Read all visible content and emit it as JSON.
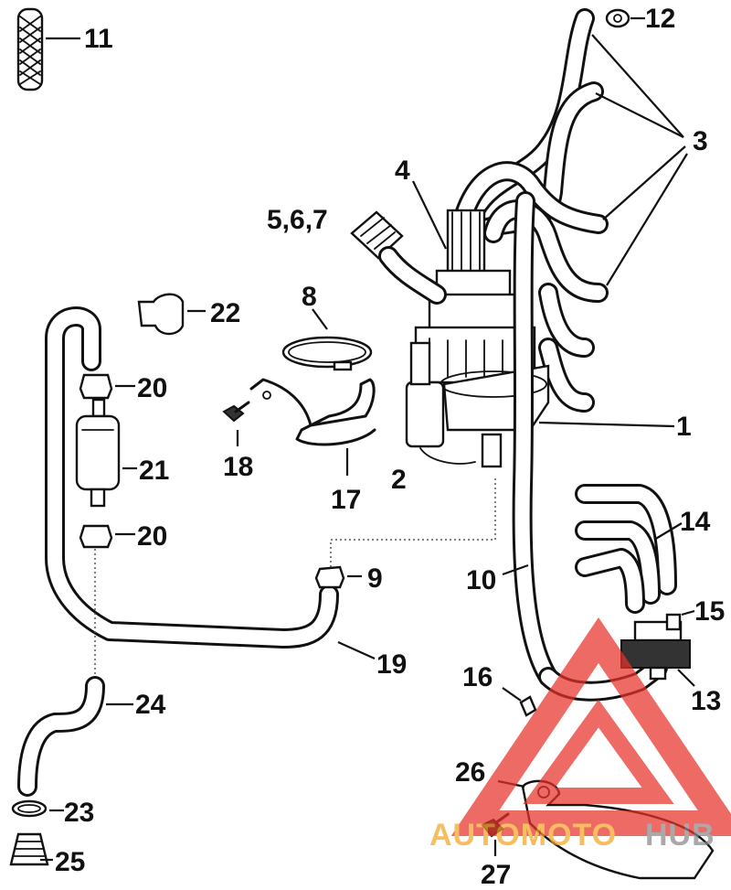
{
  "callouts": {
    "c1": "1",
    "c2": "2",
    "c3": "3",
    "c4": "4",
    "c567": "5,6,7",
    "c8": "8",
    "c9": "9",
    "c10": "10",
    "c11": "11",
    "c12": "12",
    "c13": "13",
    "c14": "14",
    "c15": "15",
    "c16": "16",
    "c17": "17",
    "c18": "18",
    "c19": "19",
    "c20a": "20",
    "c20b": "20",
    "c21": "21",
    "c22": "22",
    "c23": "23",
    "c24": "24",
    "c25": "25",
    "c26": "26",
    "c27": "27"
  },
  "watermark": {
    "text_orange": "AUTOMOTO",
    "text_gray": "HUB",
    "color_primary": "#e8322a",
    "color_orange": "#f5a623",
    "color_gray": "#888888"
  }
}
